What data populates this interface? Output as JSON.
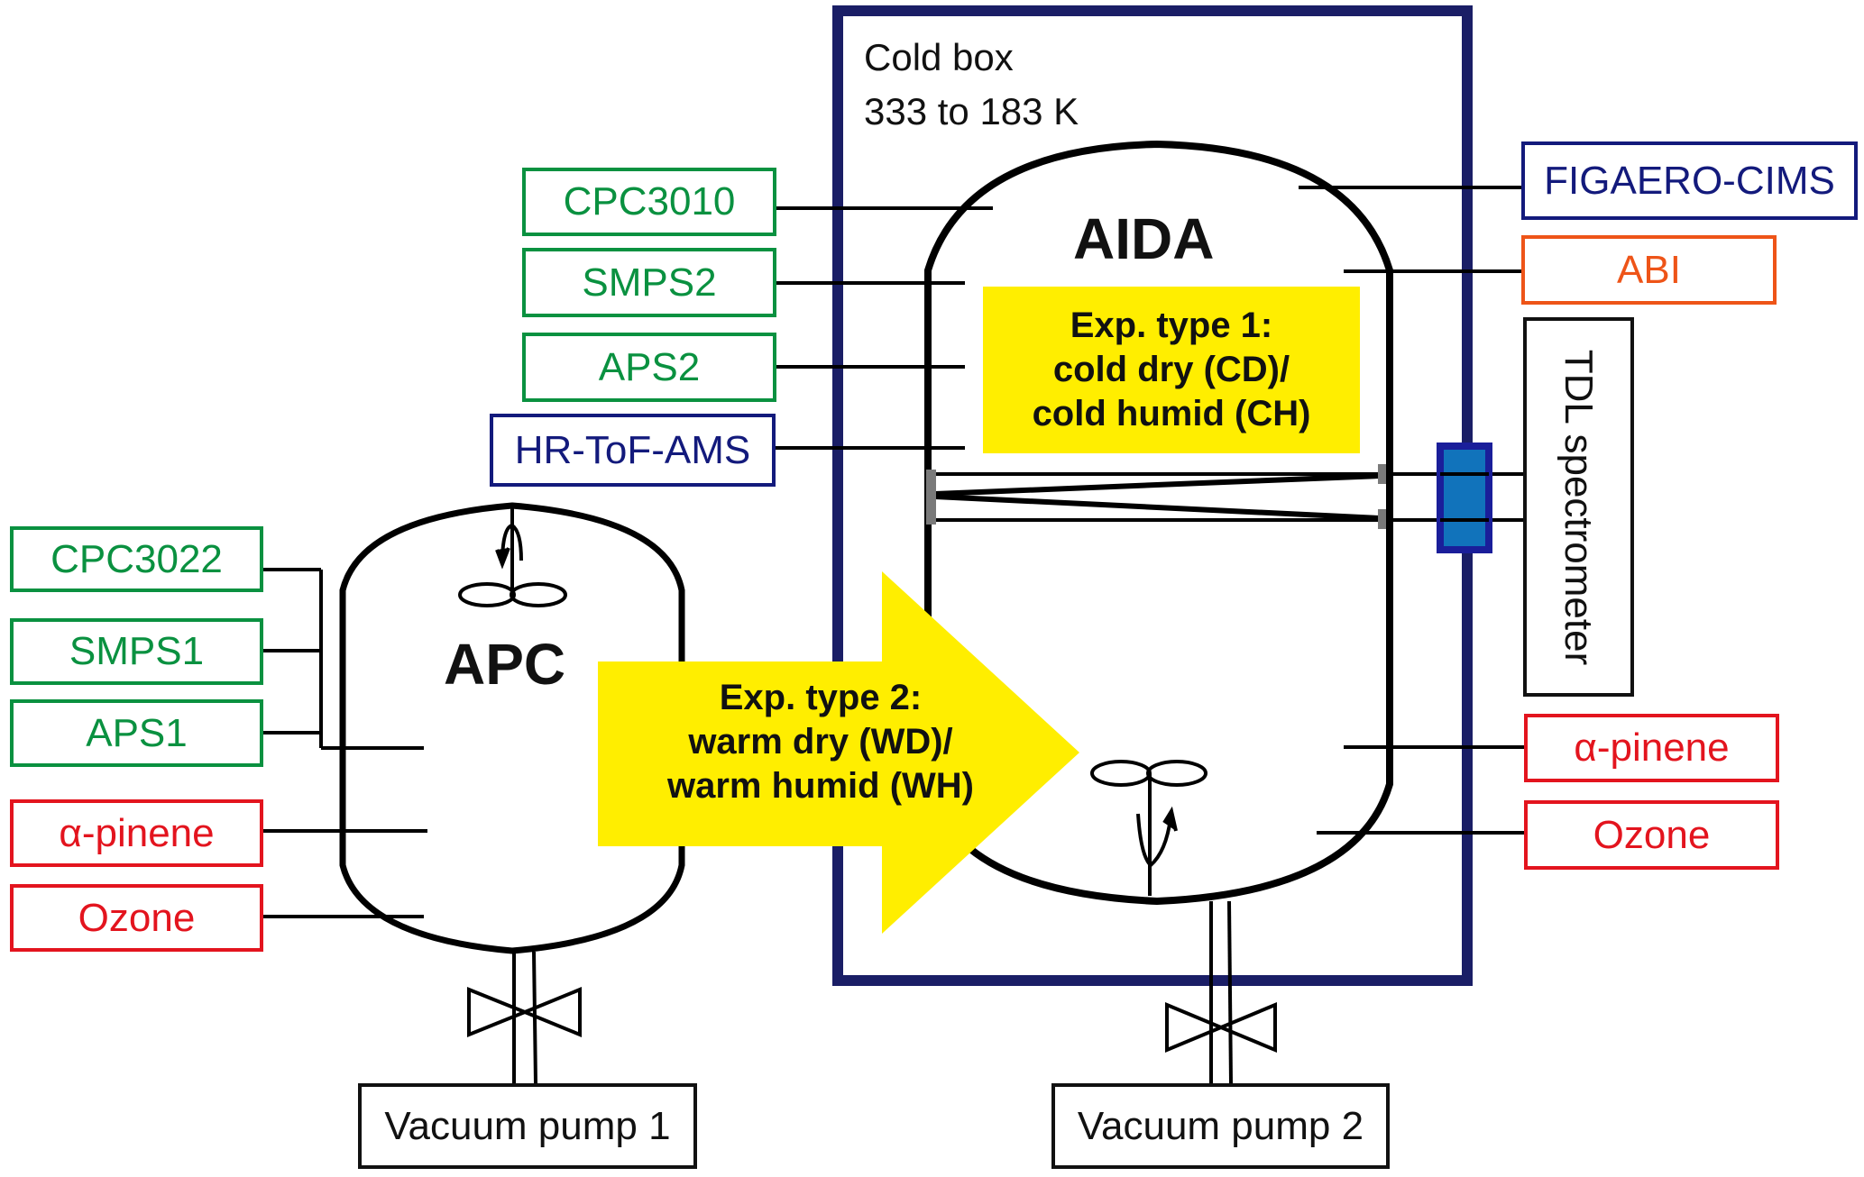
{
  "colors": {
    "cold_box": "#1a1e66",
    "instrument_particle": "#0a9140",
    "instrument_mass_spec": "#131a7c",
    "precursor": "#e3141e",
    "abi": "#ee5418",
    "highlight": "#ffee00",
    "window": "#1173bb",
    "mirror": "#7a7a7a"
  },
  "cold_box": {
    "title": "Cold box",
    "temperature_range": "333 to 183 K"
  },
  "aida": {
    "title": "AIDA",
    "experiment": {
      "line1": "Exp. type 1:",
      "line2": "cold dry (CD)/",
      "line3": "cold humid (CH)"
    },
    "left_instruments": [
      {
        "label": "CPC3010",
        "type": "particle"
      },
      {
        "label": "SMPS2",
        "type": "particle"
      },
      {
        "label": "APS2",
        "type": "particle"
      },
      {
        "label": "HR-ToF-AMS",
        "type": "mass_spec"
      }
    ],
    "right_instruments": [
      {
        "label": "FIGAERO-CIMS",
        "type": "mass_spec"
      },
      {
        "label": "ABI",
        "type": "abi"
      },
      {
        "label": "TDL spectrometer",
        "type": "optical"
      }
    ],
    "right_inputs": [
      {
        "label": "α-pinene",
        "type": "precursor"
      },
      {
        "label": "Ozone",
        "type": "precursor"
      }
    ],
    "pump": "Vacuum pump 2"
  },
  "apc": {
    "title": "APC",
    "instruments": [
      {
        "label": "CPC3022",
        "type": "particle"
      },
      {
        "label": "SMPS1",
        "type": "particle"
      },
      {
        "label": "APS1",
        "type": "particle"
      }
    ],
    "inputs": [
      {
        "label": "α-pinene",
        "type": "precursor"
      },
      {
        "label": "Ozone",
        "type": "precursor"
      }
    ],
    "pump": "Vacuum pump 1"
  },
  "transfer_arrow": {
    "line1": "Exp. type 2:",
    "line2": "warm dry (WD)/",
    "line3": "warm humid (WH)"
  }
}
